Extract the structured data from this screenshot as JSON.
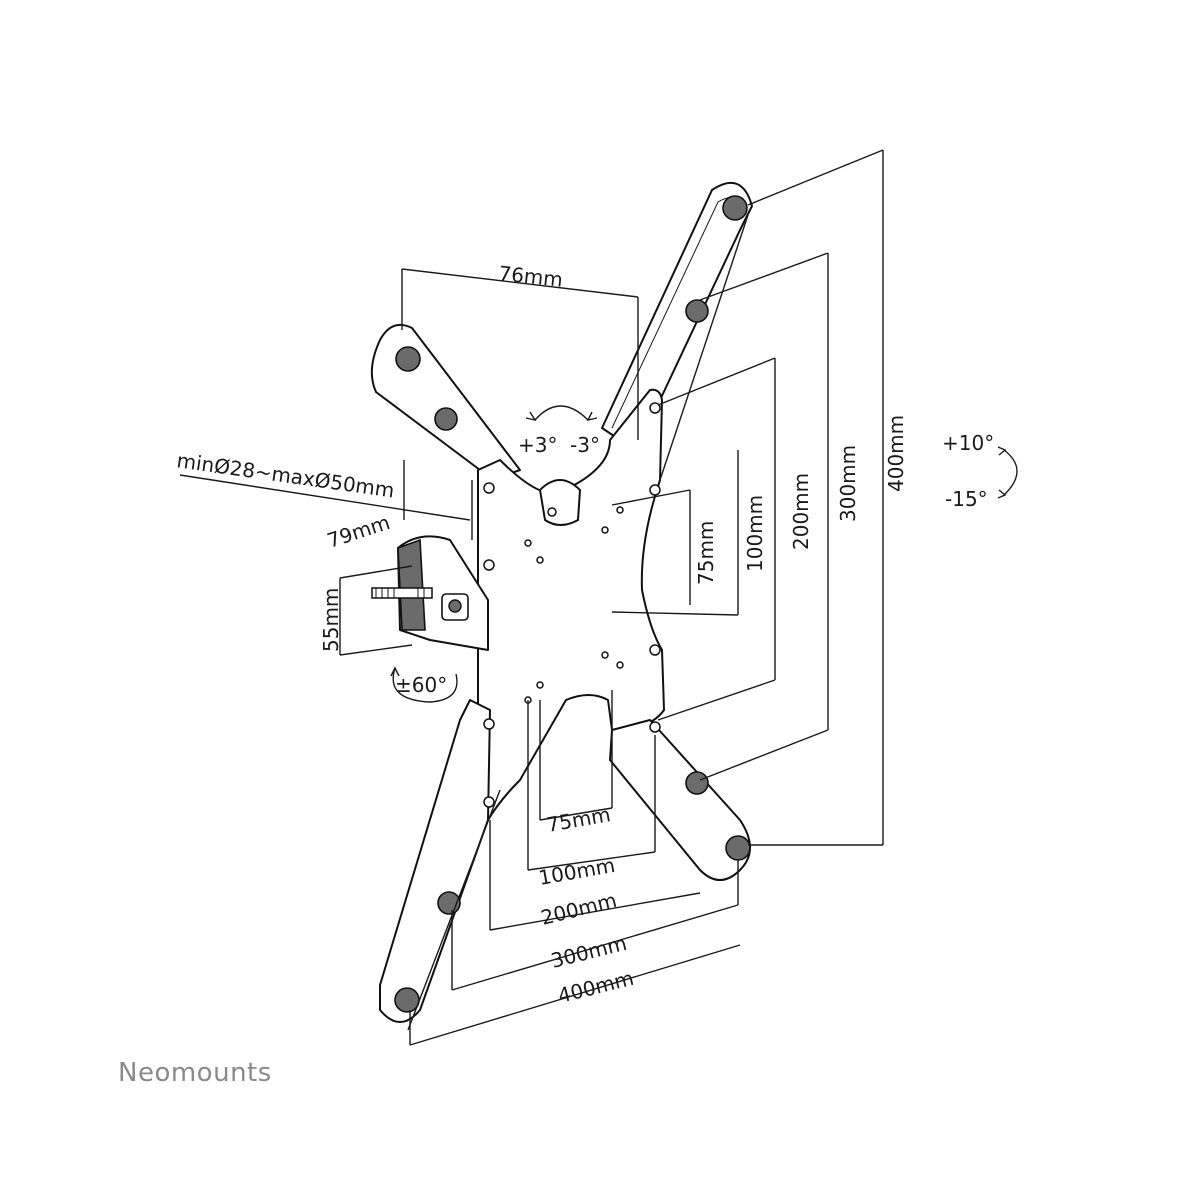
{
  "labels": {
    "top_width": "76mm",
    "tilt_plus": "+3°",
    "tilt_minus": "-3°",
    "pole_diameter": "minØ28~maxØ50mm",
    "depth": "79mm",
    "height": "55mm",
    "swivel": "±60°",
    "tilt_up": "+10°",
    "tilt_down": "-15°",
    "v75": "75mm",
    "v100": "100mm",
    "v200": "200mm",
    "v300": "300mm",
    "v400": "400mm",
    "h75": "75mm",
    "h100": "100mm",
    "h200": "200mm",
    "h300": "300mm",
    "h400": "400mm"
  },
  "brand": "Neomounts"
}
